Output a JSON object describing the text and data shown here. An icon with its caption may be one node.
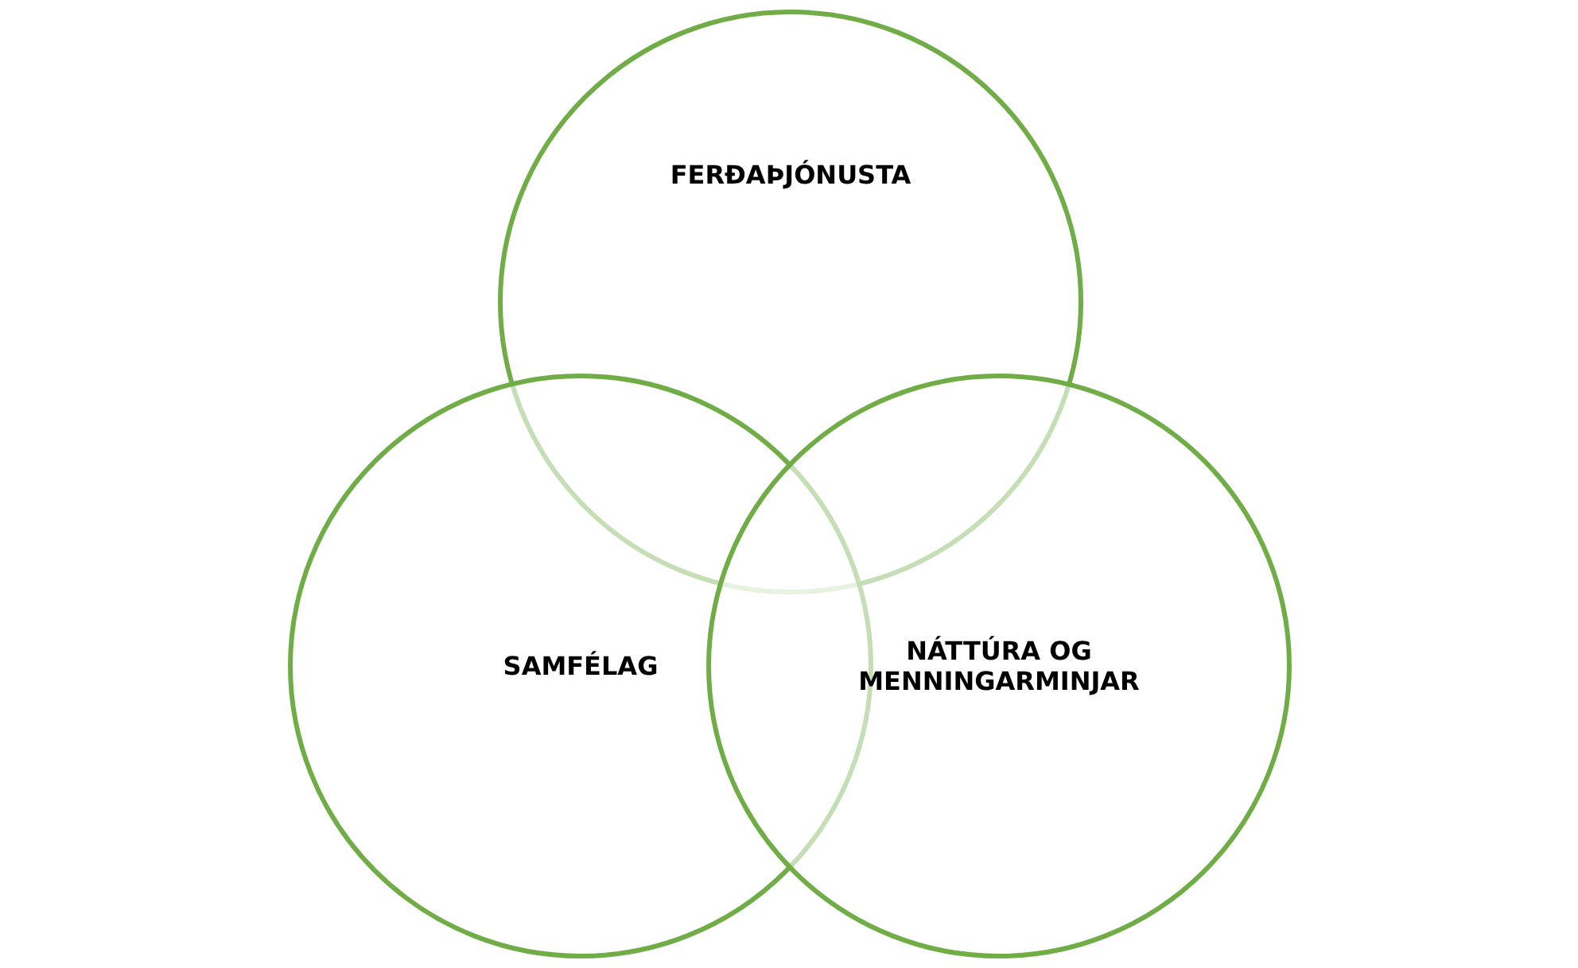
{
  "diagram": {
    "nodes": [
      {
        "text": [
          "FERÐAÞJÓNUSTA"
        ]
      },
      {
        "text": [
          "SAMFÉLAG"
        ]
      },
      {
        "text": [
          "NÁTTÚRA OG MENNINGARMINJAR"
        ]
      }
    ]
  }
}
